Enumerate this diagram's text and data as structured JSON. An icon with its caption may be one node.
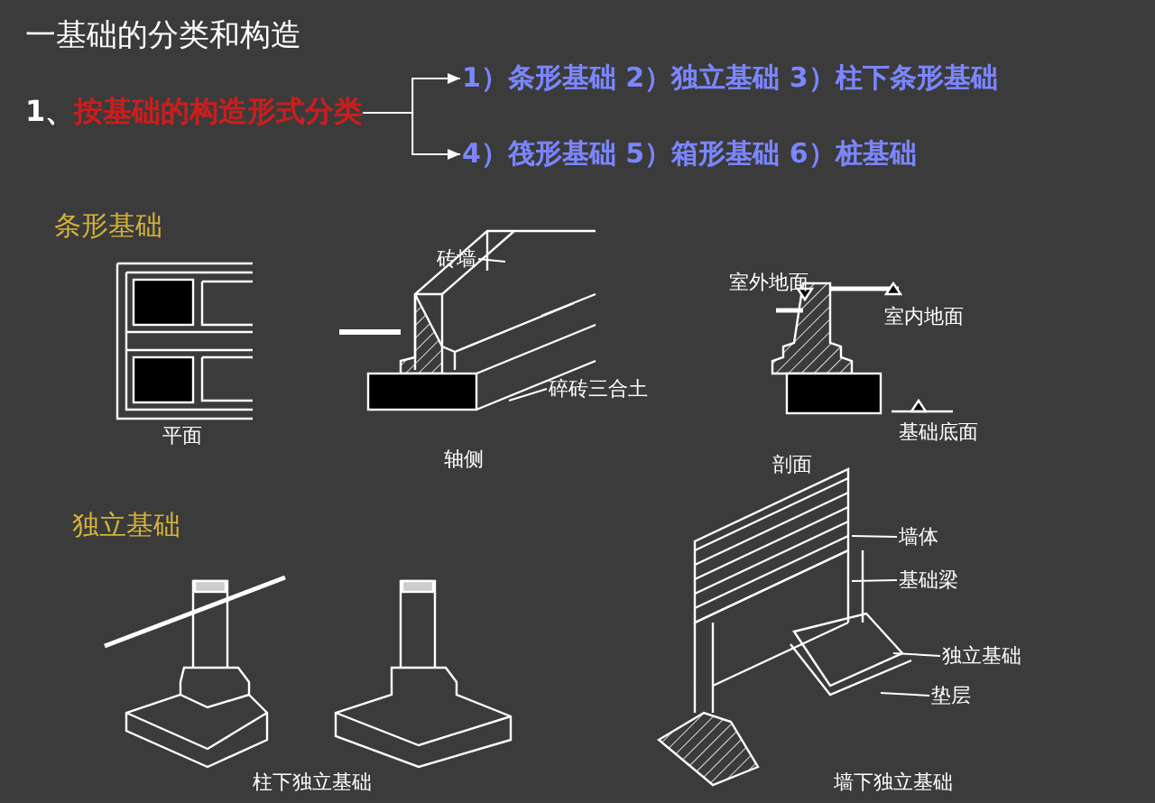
{
  "diagram": {
    "title": "一基础的分类和构造",
    "nodes": [
      {
        "text": [
          "1、",
          "按基础的构造形式分类"
        ]
      },
      {
        "text": [
          "1）条形基础 2）独立基础 3）柱下条形基础"
        ]
      },
      {
        "text": [
          "4）筏形基础 5）箱形基础 6）桩基础"
        ]
      },
      {
        "text": [
          "砖墙"
        ]
      },
      {
        "text": [
          "碎砖三合土"
        ]
      },
      {
        "text": [
          "墙体"
        ]
      },
      {
        "text": [
          "基础梁"
        ]
      },
      {
        "text": [
          "独立基础"
        ]
      },
      {
        "text": [
          "垫层"
        ]
      }
    ],
    "edges": [
      {
        "from": 0,
        "to": 1,
        "arrow": "to"
      },
      {
        "from": 0,
        "to": 2,
        "arrow": "to"
      },
      {
        "from": 3,
        "to": null,
        "arrow": "none"
      },
      {
        "from": 4,
        "to": null,
        "arrow": "none"
      },
      {
        "from": 5,
        "to": null,
        "arrow": "none"
      },
      {
        "from": 6,
        "to": null,
        "arrow": "none"
      },
      {
        "from": 7,
        "to": null,
        "arrow": "none"
      },
      {
        "from": 8,
        "to": null,
        "arrow": "none"
      }
    ],
    "labels": [
      "条形基础",
      "室外地面",
      "室内地面",
      "平面",
      "基础底面",
      "轴侧",
      "剖面",
      "独立基础",
      "柱下独立基础",
      "墙下独立基础"
    ]
  }
}
